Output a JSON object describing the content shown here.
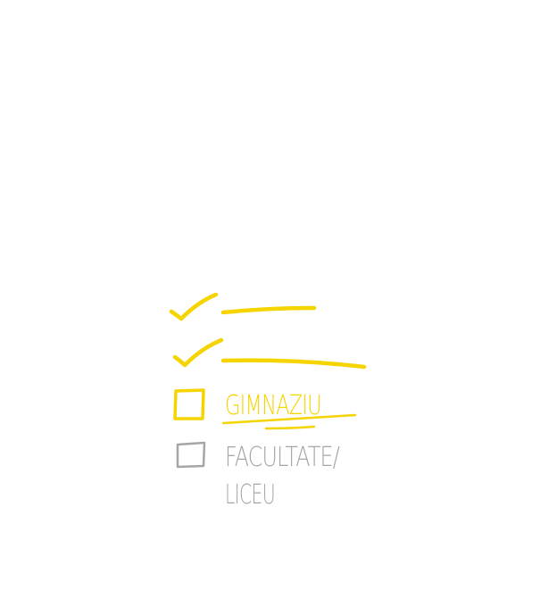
{
  "checklist": {
    "items": [
      {
        "state": "done",
        "label": ""
      },
      {
        "state": "done",
        "label": ""
      },
      {
        "state": "current",
        "label": "GIMNAZIU"
      },
      {
        "state": "pending",
        "label_line1": "FACULTATE/",
        "label_line2": "LICEU"
      }
    ]
  },
  "colors": {
    "accent": "#f5d400",
    "muted": "#a6a6a6",
    "background": "#ffffff"
  }
}
